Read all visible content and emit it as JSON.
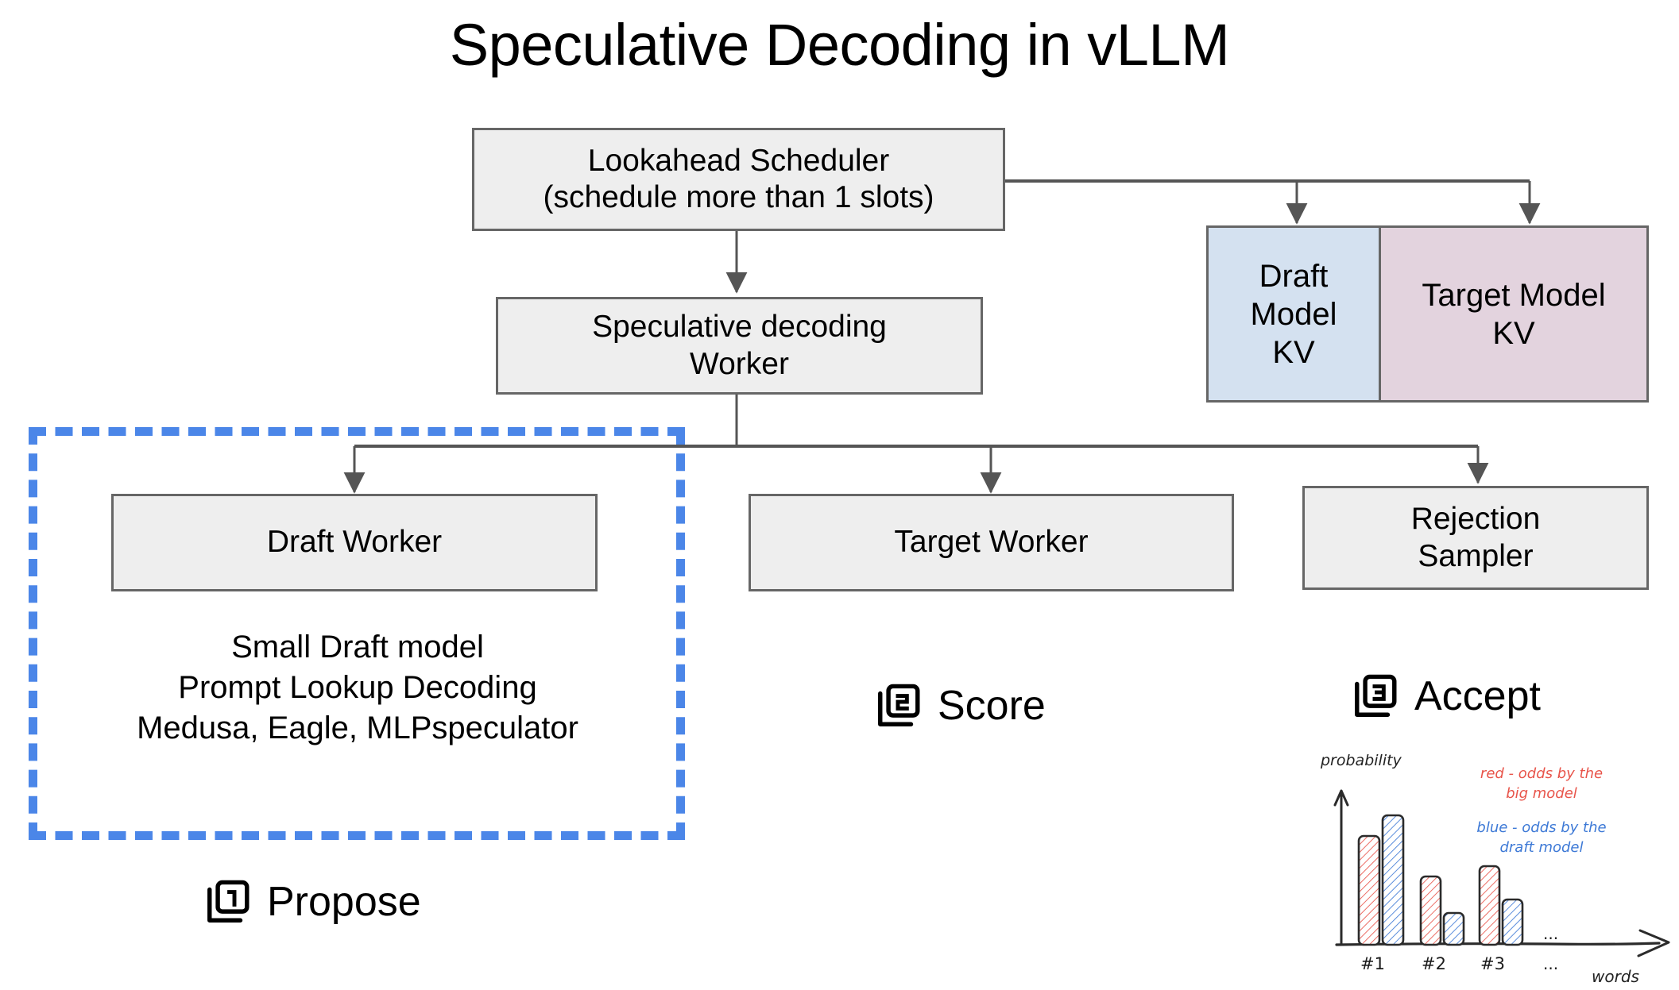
{
  "page": {
    "title": "Speculative Decoding in vLLM",
    "background": "#ffffff"
  },
  "colors": {
    "node_fill": "#eeeeee",
    "node_border": "#666666",
    "draft_kv_fill": "#d4e1f0",
    "target_kv_fill": "#e3d3de",
    "highlight_dashed": "#4b86e8",
    "connector": "#555555",
    "sketch_red": "#e8544a",
    "sketch_blue": "#3d79d6",
    "sketch_ink": "#333333"
  },
  "nodes": {
    "scheduler": "Lookahead Scheduler\n(schedule more than 1 slots)",
    "spec_worker": "Speculative decoding\nWorker",
    "draft_worker": "Draft Worker",
    "target_worker": "Target Worker",
    "rejection_sampler": "Rejection\nSampler",
    "draft_model_kv": "Draft\nModel\nKV",
    "target_model_kv": "Target Model\nKV"
  },
  "draft_details": "Small Draft model\nPrompt Lookup Decoding\nMedusa, Eagle, MLPspeculator",
  "steps": [
    {
      "number": "1",
      "label": "Propose",
      "icon": "filter-1-icon"
    },
    {
      "number": "2",
      "label": "Score",
      "icon": "filter-2-icon"
    },
    {
      "number": "3",
      "label": "Accept",
      "icon": "filter-3-icon"
    }
  ],
  "chart_data": {
    "type": "bar",
    "title": "",
    "xlabel": "words",
    "ylabel": "probability",
    "categories": [
      "#1",
      "#2",
      "#3"
    ],
    "ellipsis": "...",
    "ylim": [
      0,
      1
    ],
    "grid": false,
    "legend_position": "top-right",
    "series": [
      {
        "name": "red - odds by the big model",
        "color": "#e8544a",
        "values": [
          0.72,
          0.45,
          0.52
        ]
      },
      {
        "name": "blue - odds by the draft model",
        "color": "#3d79d6",
        "values": [
          0.86,
          0.21,
          0.3
        ]
      }
    ],
    "annotations": [
      "red - odds by the\nbig model",
      "blue - odds by the\ndraft model"
    ]
  }
}
